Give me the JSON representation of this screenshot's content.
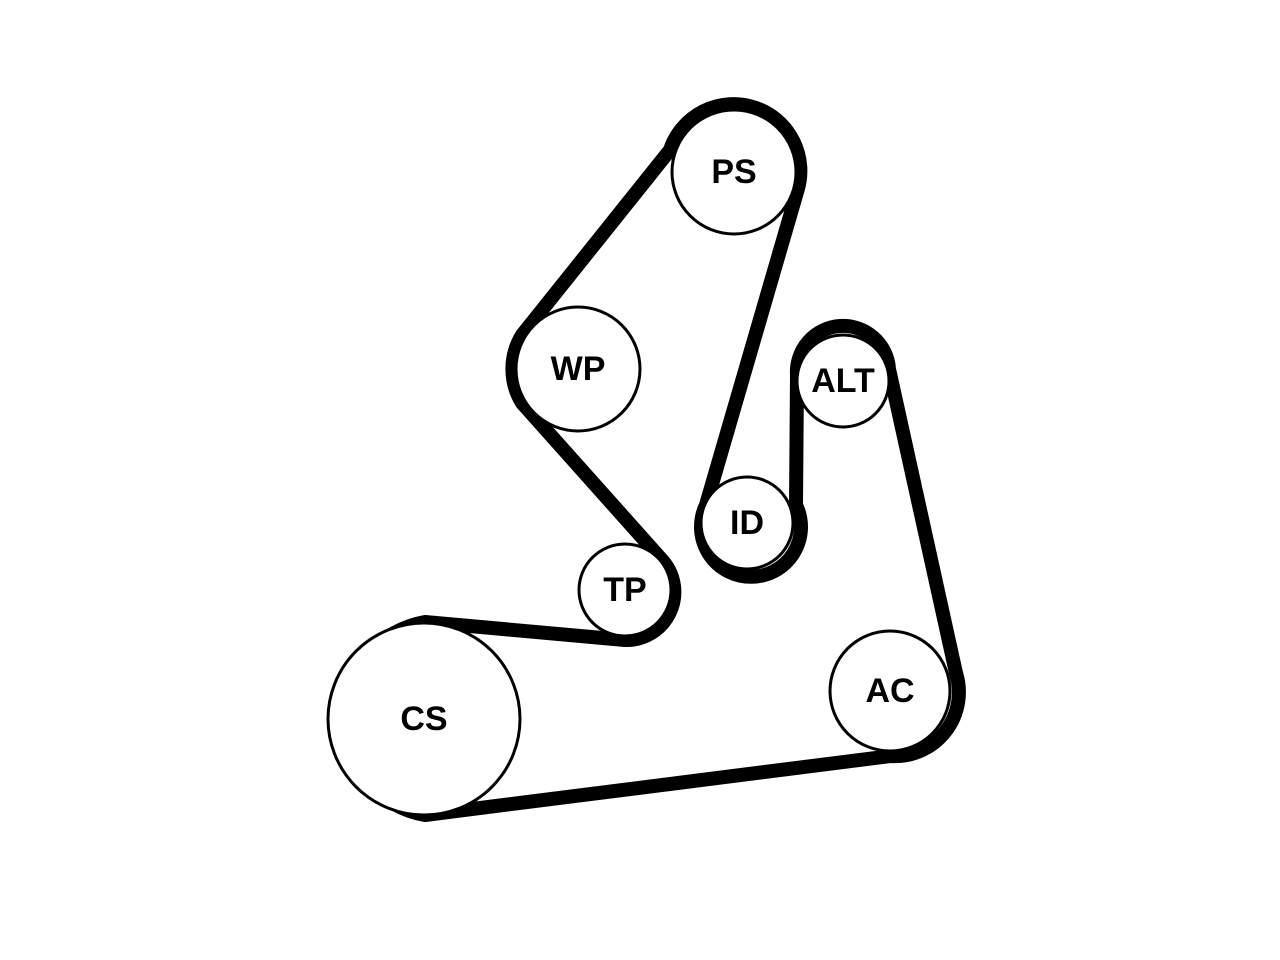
{
  "diagram": {
    "belt_color": "#000000",
    "pulley_fill": "#ffffff",
    "pulleys": {
      "ps": "PS",
      "wp": "WP",
      "alt": "ALT",
      "id": "ID",
      "tp": "TP",
      "cs": "CS",
      "ac": "AC"
    }
  }
}
